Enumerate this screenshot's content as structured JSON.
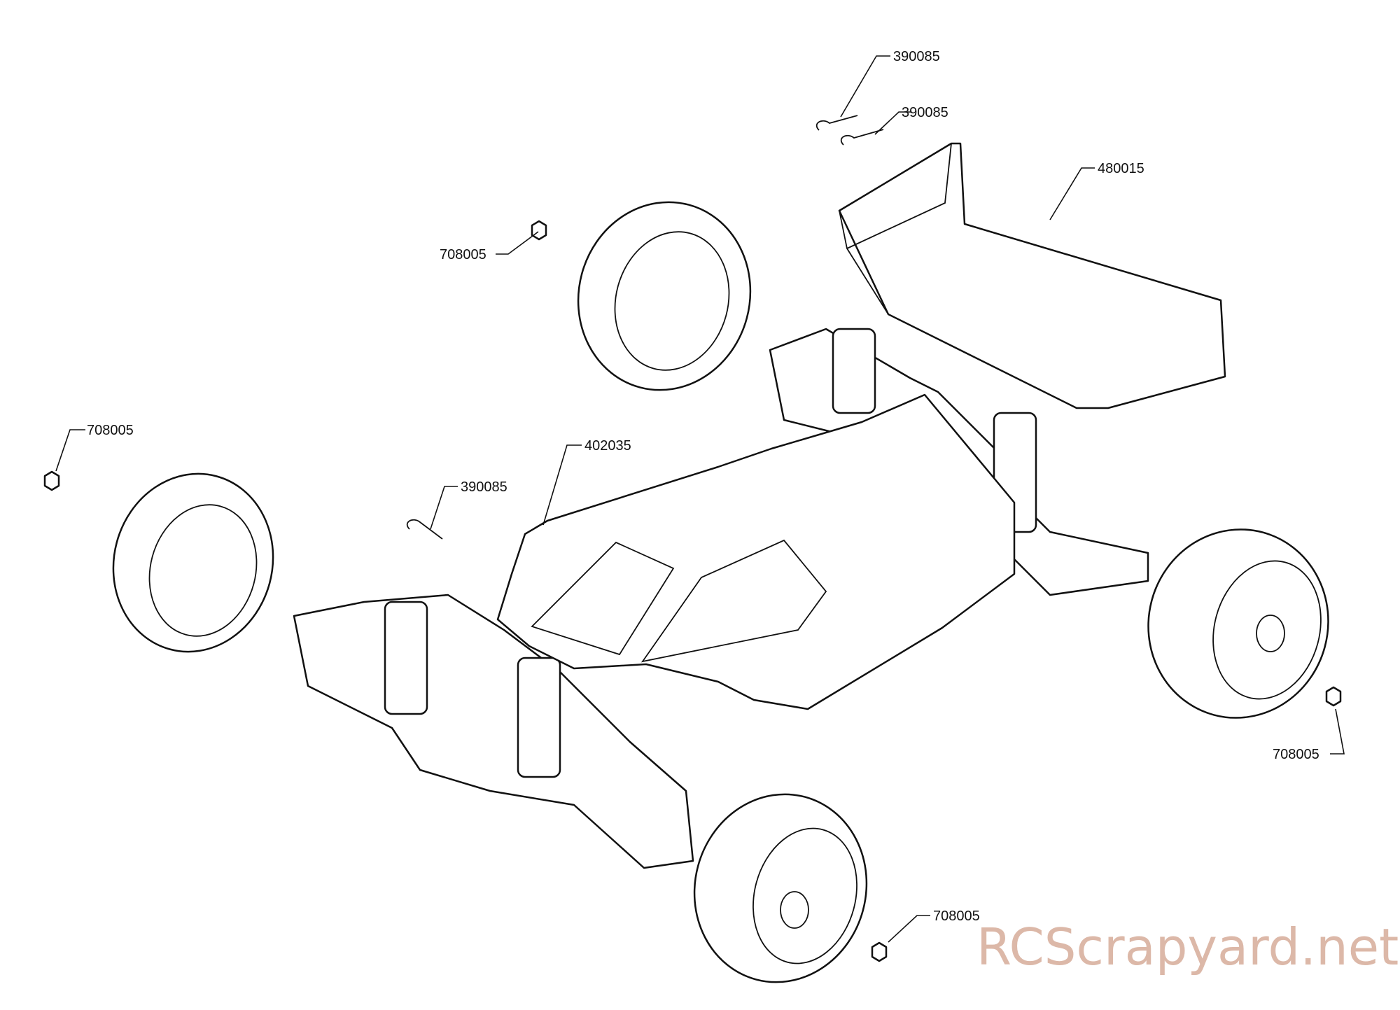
{
  "part_labels": [
    {
      "id": "clip-top-1",
      "text": "390085"
    },
    {
      "id": "clip-top-2",
      "text": "390085"
    },
    {
      "id": "wing",
      "text": "480015"
    },
    {
      "id": "nut-rear-left",
      "text": "708005"
    },
    {
      "id": "nut-front-left",
      "text": "708005"
    },
    {
      "id": "body",
      "text": "402035"
    },
    {
      "id": "clip-body",
      "text": "390085"
    },
    {
      "id": "nut-rear-right",
      "text": "708005"
    },
    {
      "id": "nut-front-right",
      "text": "708005"
    }
  ],
  "watermark": {
    "text": "RCScrapyard.net",
    "color": "#dcb8a8"
  }
}
